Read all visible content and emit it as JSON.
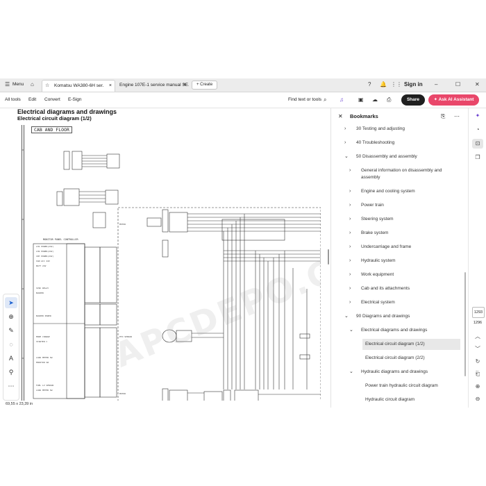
{
  "tabbar": {
    "menu_label": "Menu",
    "tabs": [
      {
        "label": "Komatsu WA380-6H ser.",
        "close": "×"
      },
      {
        "label": "Engine 107E-1 service manual SE..",
        "close": "×"
      }
    ],
    "create_label": "+ Create",
    "signin_label": "Sign in"
  },
  "toolbar": {
    "items": [
      "All tools",
      "Edit",
      "Convert",
      "E-Sign"
    ],
    "find_label": "Find text or tools",
    "share_label": "Share",
    "ai_label": "Ask AI Assistant"
  },
  "document": {
    "title": "Electrical diagrams and drawings",
    "subtitle": "Electrical circuit diagram (1/2)",
    "section_label": "CAB AND FLOOR",
    "panel_label": "MONITOR PANEL CONTROLLER",
    "watermark": "APCDEPO.COM",
    "dimensions": "69,55 x 23,39 in"
  },
  "bookmarks": {
    "title": "Bookmarks",
    "items": [
      {
        "label": "30 Testing and adjusting",
        "chevron": "›"
      },
      {
        "label": "40 Troubleshooting",
        "chevron": "›"
      },
      {
        "label": "50 Disassembly and assembly",
        "chevron": "⌄"
      },
      {
        "label": "General information on disassembly and",
        "label2": "assembly",
        "chevron": "›"
      },
      {
        "label": "Engine and cooling system",
        "chevron": "›"
      },
      {
        "label": "Power train",
        "chevron": "›"
      },
      {
        "label": "Steering system",
        "chevron": "›"
      },
      {
        "label": "Brake system",
        "chevron": "›"
      },
      {
        "label": "Undercarriage and frame",
        "chevron": "›"
      },
      {
        "label": "Hydraulic system",
        "chevron": "›"
      },
      {
        "label": "Work equipment",
        "chevron": "›"
      },
      {
        "label": "Cab and its attachments",
        "chevron": "›"
      },
      {
        "label": "Electrical system",
        "chevron": "›"
      },
      {
        "label": "90 Diagrams and drawings",
        "chevron": "⌄"
      },
      {
        "label": "Electrical diagrams and drawings",
        "chevron": "⌄"
      },
      {
        "label": "Electrical circuit diagram (1/2)",
        "chevron": ""
      },
      {
        "label": "Electrical circuit diagram (2/2)",
        "chevron": ""
      },
      {
        "label": "Hydraulic diagrams and drawings",
        "chevron": "⌄"
      },
      {
        "label": "Power train hydraulic circuit diagram",
        "chevron": ""
      },
      {
        "label": "Hydraulic circuit diagram",
        "chevron": ""
      }
    ]
  },
  "page_nav": {
    "current_page": "1293",
    "total_pages": "1296"
  }
}
